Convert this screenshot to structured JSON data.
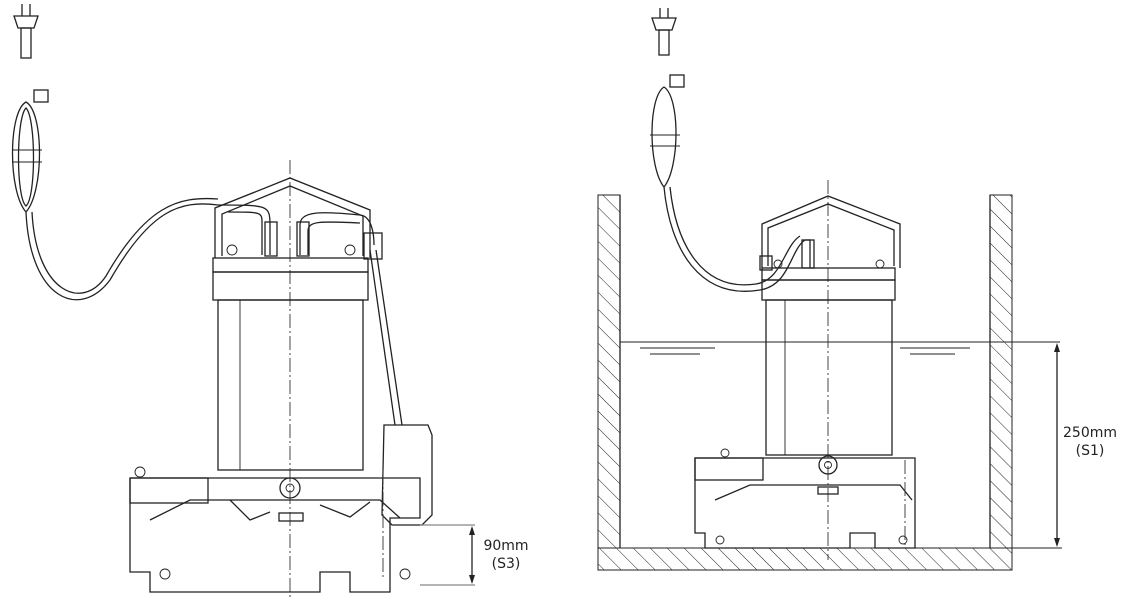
{
  "left_figure": {
    "dimension_value": "90mm",
    "dimension_mode": "(S3)"
  },
  "right_figure": {
    "dimension_value": "250mm",
    "dimension_mode": "(S1)"
  }
}
